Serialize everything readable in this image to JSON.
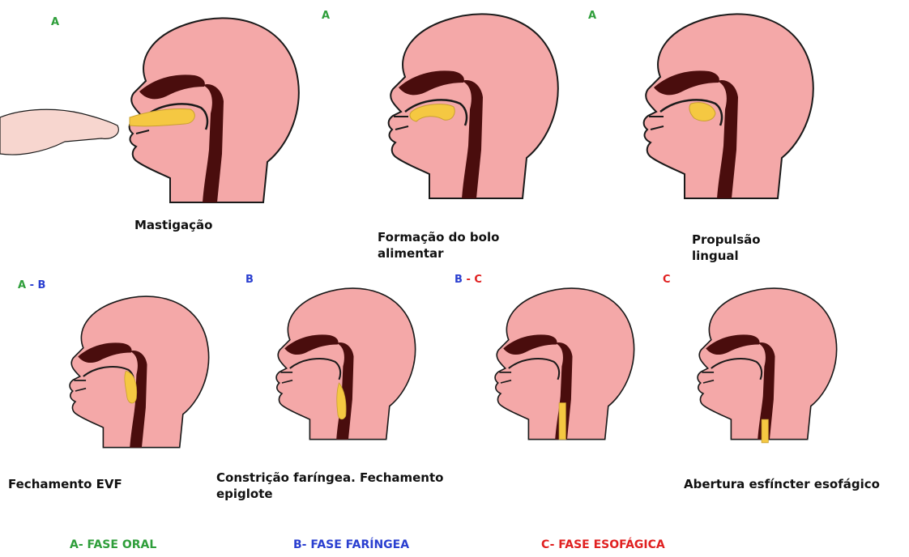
{
  "colors": {
    "skin": "#f4a8a8",
    "outline": "#1a1a1a",
    "cavity": "#4a0d0d",
    "bolus": "#f5c842",
    "phase_a": "#2e9e3a",
    "phase_b": "#2a3fd0",
    "phase_c": "#e02020"
  },
  "panels": [
    {
      "tag_parts": [
        {
          "text": "A",
          "phase": "a"
        }
      ],
      "caption": "Mastigação",
      "bolus": "oral-spread",
      "hand": true
    },
    {
      "tag_parts": [
        {
          "text": "A",
          "phase": "a"
        }
      ],
      "caption": "Formação do bolo alimentar",
      "bolus": "oral-formed",
      "hand": false
    },
    {
      "tag_parts": [
        {
          "text": "A",
          "phase": "a"
        }
      ],
      "caption": "Propulsão lingual",
      "bolus": "oral-back",
      "hand": false
    },
    {
      "tag_parts": [
        {
          "text": "A",
          "phase": "a"
        },
        {
          "text": " - ",
          "phase": "b"
        },
        {
          "text": "B",
          "phase": "b"
        }
      ],
      "caption": "Fechamento EVF",
      "bolus": "pharynx-top",
      "hand": false
    },
    {
      "tag_parts": [
        {
          "text": "B",
          "phase": "b"
        }
      ],
      "caption": "Constrição faríngea. Fechamento epiglote",
      "bolus": "pharynx-mid",
      "hand": false
    },
    {
      "tag_parts": [
        {
          "text": "B",
          "phase": "b"
        },
        {
          "text": " - ",
          "phase": "c"
        },
        {
          "text": "C",
          "phase": "c"
        }
      ],
      "caption": "",
      "bolus": "esophagus-top",
      "hand": false
    },
    {
      "tag_parts": [
        {
          "text": "C",
          "phase": "c"
        }
      ],
      "caption": "Abertura esfíncter esofágico",
      "bolus": "esophagus-low",
      "hand": false
    }
  ],
  "legend": [
    {
      "label": "A- FASE ORAL",
      "phase": "a"
    },
    {
      "label": "B- FASE FARÍNGEA",
      "phase": "b"
    },
    {
      "label": "C- FASE ESOFÁGICA",
      "phase": "c"
    }
  ]
}
